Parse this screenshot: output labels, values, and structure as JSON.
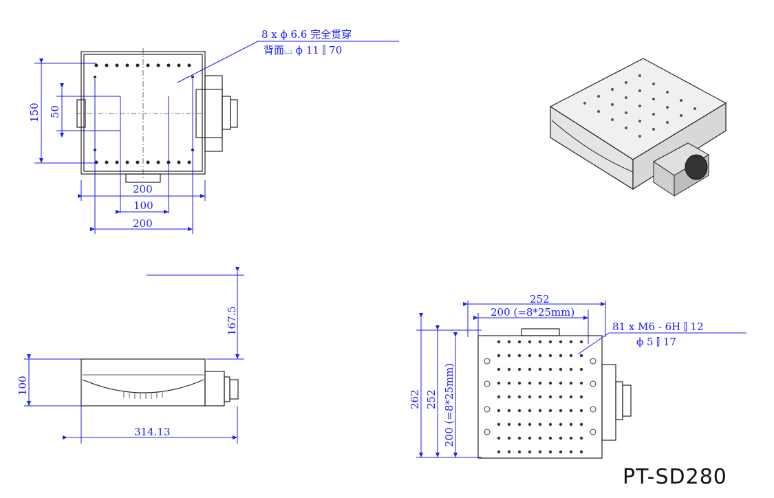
{
  "top_view": {
    "through_holes_line1": "8 x ϕ 6.6 完全贯穿",
    "through_holes_line2": "背面⌴ ϕ 11 ⫿ 70",
    "dim_150": "150",
    "dim_50": "50",
    "dim_200_top": "200",
    "dim_100": "100",
    "dim_200_bottom": "200"
  },
  "side_view": {
    "dim_167_5": "167.5",
    "dim_100": "100",
    "dim_314_13": "314.13"
  },
  "plate_view": {
    "dim_252_top": "252",
    "dim_200_top": "200 (=8*25mm)",
    "tapped_line1": "81 x  M6 - 6H ⫿ 12",
    "tapped_line2": "ϕ 5 ⫿ 17",
    "dim_262": "262",
    "dim_252_left": "252",
    "dim_200_left": "200 (=8*25mm)"
  },
  "model_name": "PT-SD280"
}
